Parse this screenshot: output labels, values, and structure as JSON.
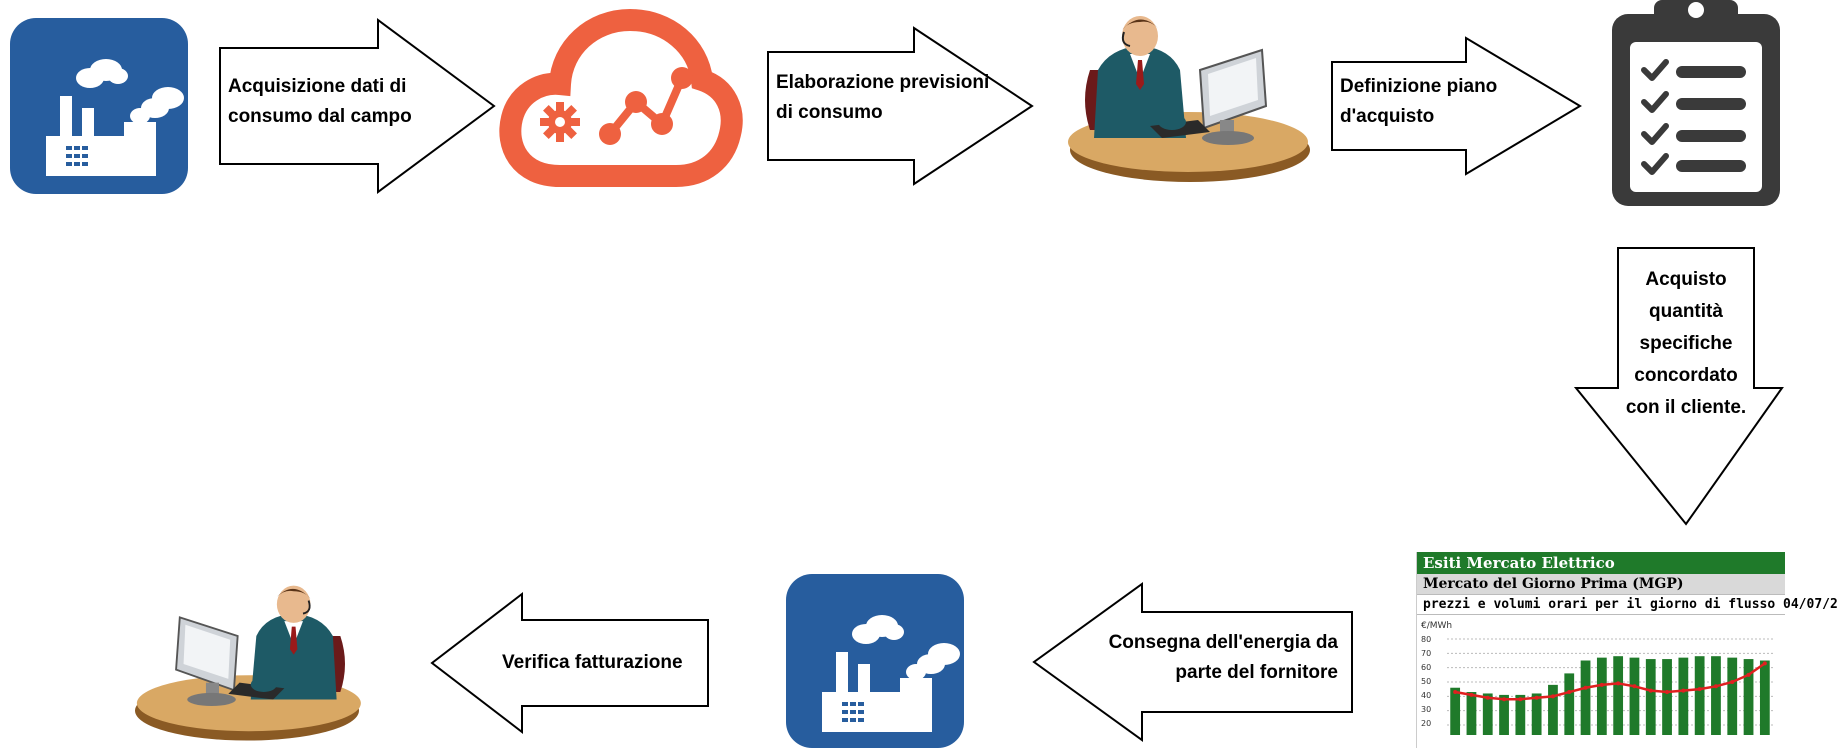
{
  "steps": {
    "acquisizione": "Acquisizione dati di consumo dal campo",
    "elaborazione": "Elaborazione previsioni di consumo",
    "definizione": "Definizione piano d'acquisto",
    "acquisto": "Acquisto quantità specifiche concordato con il cliente.",
    "consegna": "Consegna dell'energia da parte del fornitore",
    "verifica": "Verifica fatturazione"
  },
  "market_panel": {
    "title": "Esiti Mercato Elettrico",
    "subtitle": "Mercato del Giorno Prima (MGP)",
    "caption": "prezzi e volumi orari per il giorno di flusso 04/07/2",
    "unit": "€/MWh",
    "ticks": [
      "80",
      "70",
      "60",
      "50",
      "40",
      "30",
      "20"
    ]
  },
  "chart_data": {
    "type": "bar",
    "ylim": [
      20,
      80
    ],
    "series": [
      {
        "values": [
          46,
          43,
          42,
          41,
          41,
          42,
          48,
          56,
          65,
          67,
          68,
          67,
          66,
          66,
          67,
          68,
          68,
          67,
          66,
          65
        ]
      },
      {
        "values": [
          43,
          41,
          39,
          38,
          38,
          39,
          40,
          43,
          46,
          48,
          49,
          47,
          44,
          43,
          44,
          45,
          47,
          50,
          55,
          63
        ]
      }
    ]
  },
  "colors": {
    "factory_tile": "#275d9e",
    "cloud": "#ee6140",
    "clipboard": "#3a3a3a",
    "chart_green": "#1f7a2a",
    "chart_line": "#e02020"
  },
  "icons": [
    "factory-icon",
    "cloud-analytics-icon",
    "operator-icon",
    "clipboard-checklist-icon",
    "market-chart",
    "factory-icon",
    "operator-icon"
  ]
}
